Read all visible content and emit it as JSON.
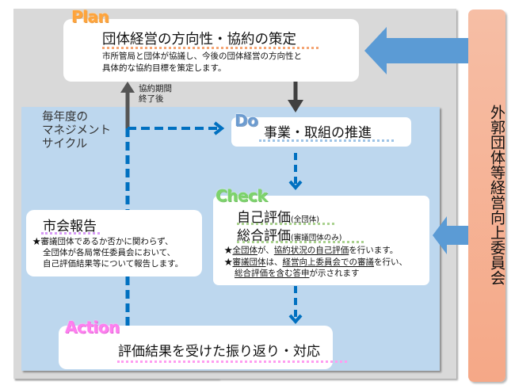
{
  "diagram": {
    "cycle_label": [
      "毎年度の",
      "マネジメント",
      "サイクル"
    ],
    "committee": {
      "label": "外郭団体等経営向上委員会",
      "color": "#f5b094"
    },
    "plan": {
      "stage": "Plan",
      "title": "団体経営の方向性・協約の策定",
      "description": [
        "市所管局と団体が協議し、今後の団体経営の方向性と",
        "具体的な協約目標を策定します。"
      ],
      "color": "#ffa43b"
    },
    "after_period_label": [
      "協約期間",
      "終了後"
    ],
    "do": {
      "stage": "Do",
      "title": "事業・取組の推進",
      "color": "#6b9bd0"
    },
    "check": {
      "stage": "Check",
      "items": [
        {
          "title": "自己評価",
          "note": "(全団体)"
        },
        {
          "title": "総合評価",
          "note": "(審議団体のみ)"
        }
      ],
      "bullets": [
        {
          "star": "★",
          "parts": [
            {
              "text": "全団体",
              "u": true
            },
            {
              "text": "が、",
              "u": false
            },
            {
              "text": "協約状況の自己評価",
              "u": true
            },
            {
              "text": "を行います。",
              "u": false
            }
          ]
        },
        {
          "star": "★",
          "parts": [
            {
              "text": "審議団体",
              "u": true
            },
            {
              "text": "は、",
              "u": false
            },
            {
              "text": "経営向上委員会での審議",
              "u": true
            },
            {
              "text": "を行い、",
              "u": false
            }
          ]
        },
        {
          "star": "",
          "parts": [
            {
              "text": "総合評価を含む答申",
              "u": true
            },
            {
              "text": "が示されます",
              "u": false
            }
          ]
        }
      ],
      "color": "#7cd36b"
    },
    "report": {
      "title": "市会報告",
      "bullets": [
        "★審議団体であるか否かに関わらず、",
        "全団体が各局常任委員会において、",
        "自己評価結果等について報告します。"
      ],
      "color": "#d79bf5"
    },
    "action": {
      "stage": "Action",
      "title": "評価結果を受けた振り返り・対応",
      "color": "#ff7ef0"
    },
    "colors": {
      "gray_panel": "#d9d9d9",
      "cycle_area": "#bdd7ee",
      "big_arrow": "#5b9bd5",
      "dashed_arrow": "#0070c0",
      "solid_arrow": "#404040"
    }
  }
}
